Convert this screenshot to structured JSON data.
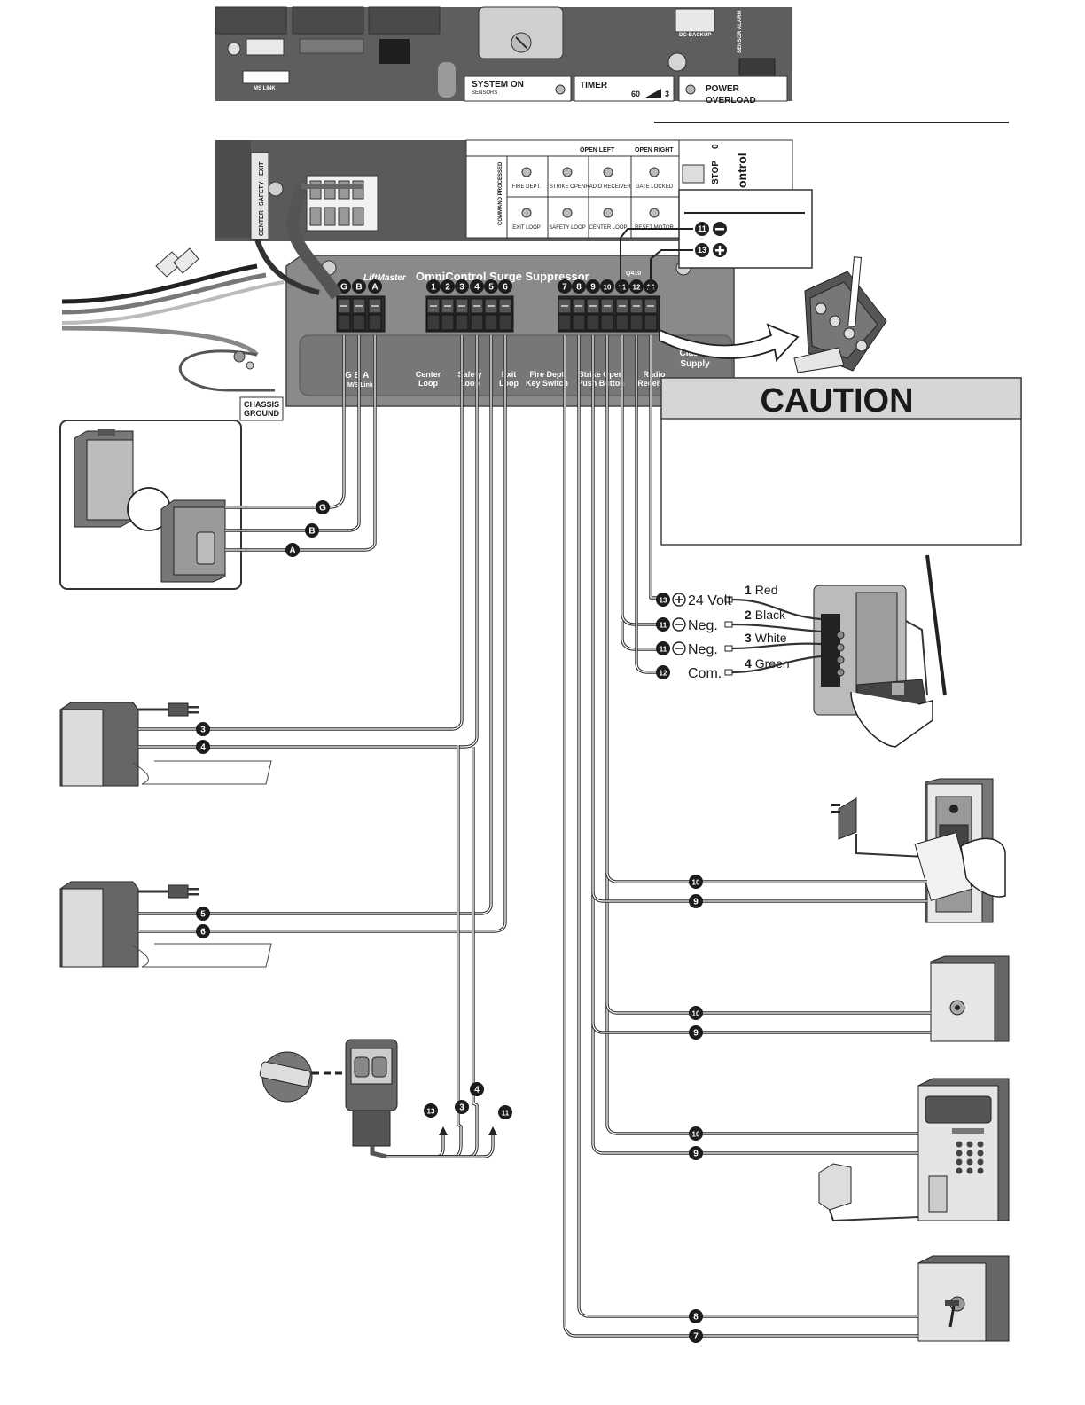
{
  "controller": {
    "ms_link_terms": [
      "G",
      "B",
      "A"
    ],
    "ms_link_label": "MS LINK",
    "dc_backup": "DC-BACKUP",
    "sensor_alarm": "SENSOR ALARM",
    "system_on": "SYSTEM ON",
    "sensors": "SENSORS",
    "timer": "TIMER",
    "timer_max": "60",
    "timer_min": "3",
    "power": "POWER",
    "overload": "OVERLOAD",
    "open_left": "OPEN LEFT",
    "open_right": "OPEN RIGHT",
    "stop": "STOP",
    "stop_zero": "0",
    "control": "ontrol",
    "exit": "EXIT",
    "safety": "SAFETY",
    "center": "CENTER",
    "command_processed": "COMMAND PROCESSED",
    "indicators_top": [
      "FIRE DEPT.",
      "STRIKE OPEN",
      "RADIO RECEIVER",
      "GATE LOCKED"
    ],
    "indicators_bottom": [
      "EXIT LOOP",
      "SAFETY LOOP",
      "CENTER LOOP",
      "RESET MOTOR"
    ]
  },
  "suppressor": {
    "brand": "LiftMaster",
    "title": "OmniControl Surge Suppressor",
    "group1": [
      "G",
      "B",
      "A"
    ],
    "group2": [
      "1",
      "2",
      "3",
      "4",
      "5",
      "6"
    ],
    "group3": [
      "7",
      "8",
      "9",
      "10",
      "11",
      "12",
      "13"
    ],
    "label_gba": "G B A",
    "label_mslink": "M/S Link",
    "label_center_1": "Center",
    "label_center_2": "Loop",
    "label_safety_1": "Safety",
    "label_safety_2": "Loop",
    "label_exit_1": "Exit",
    "label_exit_2": "Loop",
    "label_fire_1": "Fire Dept",
    "label_fire_2": "Key Switch",
    "label_strike_1": "Strike Open",
    "label_strike_2": "Push Button",
    "label_radio_1": "Radio",
    "label_radio_2": "Receiver",
    "class2_1": "Class 2",
    "class2_2": "Supply",
    "model": "Q410"
  },
  "chassis_ground_1": "CHASSIS",
  "chassis_ground_2": "GROUND",
  "legend": {
    "neg": "11",
    "pos": "13"
  },
  "caution": {
    "title": "CAUTION"
  },
  "master_slave_wires": [
    "G",
    "B",
    "A"
  ],
  "loop_detector_1": {
    "wires": [
      "3",
      "4"
    ]
  },
  "loop_detector_2": {
    "wires": [
      "5",
      "6"
    ]
  },
  "photo_eye": {
    "wires": [
      "13",
      "3",
      "4",
      "11"
    ]
  },
  "radio_receiver": {
    "pins": [
      {
        "term": "13",
        "sign": "+",
        "desc": "24 Volt",
        "wire_no": "1",
        "color": "Red"
      },
      {
        "term": "11",
        "sign": "−",
        "desc": "Neg.",
        "wire_no": "2",
        "color": "Black"
      },
      {
        "term": "11",
        "sign": "−",
        "desc": "Neg.",
        "wire_no": "3",
        "color": "White"
      },
      {
        "term": "12",
        "sign": "",
        "desc": "Com.",
        "wire_no": "4",
        "color": "Green"
      }
    ]
  },
  "card_reader": {
    "wires": [
      "10",
      "9"
    ]
  },
  "push_button": {
    "wires": [
      "10",
      "9"
    ]
  },
  "keypad": {
    "wires": [
      "10",
      "9"
    ]
  },
  "key_switch": {
    "wires": [
      "8",
      "7"
    ]
  }
}
